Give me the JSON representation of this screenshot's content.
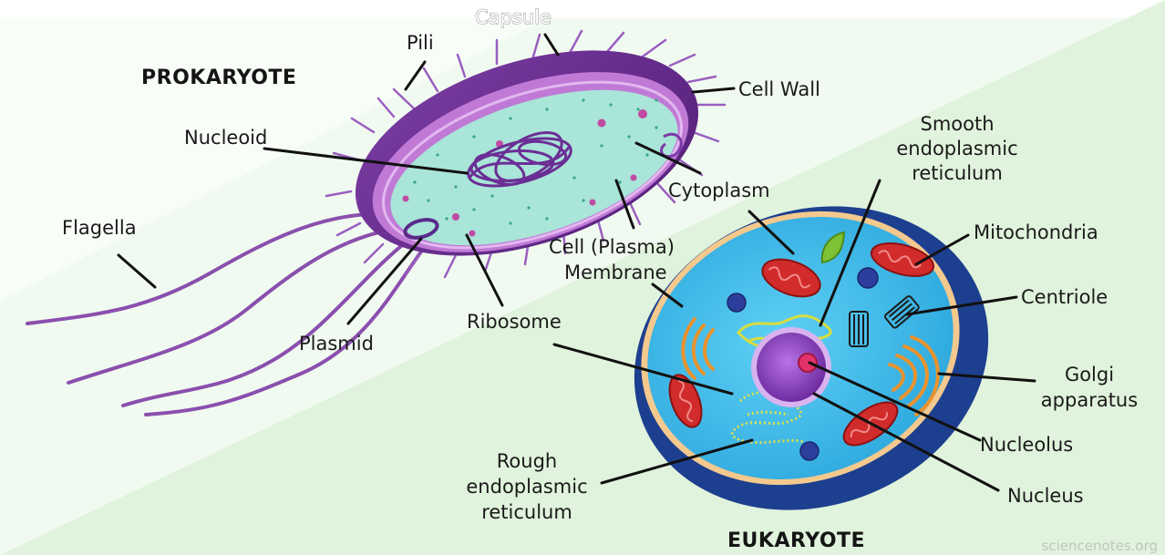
{
  "headings": {
    "prokaryote": "PROKARYOTE",
    "eukaryote": "EUKARYOTE"
  },
  "labels": {
    "capsule": "Capsule",
    "pili": "Pili",
    "cell_wall": "Cell Wall",
    "nucleoid": "Nucleoid",
    "flagella": "Flagella",
    "plasmid": "Plasmid",
    "cytoplasm": "Cytoplasm",
    "cell_membrane_1": "Cell (Plasma)",
    "cell_membrane_2": "Membrane",
    "ribosome": "Ribosome",
    "smooth_er_1": "Smooth",
    "smooth_er_2": "endoplasmic",
    "smooth_er_3": "reticulum",
    "mitochondria": "Mitochondria",
    "centriole": "Centriole",
    "golgi_1": "Golgi",
    "golgi_2": "apparatus",
    "nucleolus": "Nucleolus",
    "nucleus": "Nucleus",
    "rough_er_1": "Rough",
    "rough_er_2": "endoplasmic",
    "rough_er_3": "reticulum"
  },
  "credit": "sciencenotes.org",
  "colors": {
    "background_tint": "#e6f6e3",
    "capsule": "#6a2c8c",
    "cell_wall": "#b06ac8",
    "prokaryote_cytoplasm": "#a8e3d6",
    "eukaryote_outer": "#1d3f8f",
    "eukaryote_cytoplasm": "#35b8e8",
    "nucleus": "#8e3bc4",
    "nucleolus": "#e2336a",
    "mitochondria": "#d42a2a",
    "golgi": "#e9932f",
    "endoplasmic_reticulum": "#e6e85a"
  }
}
